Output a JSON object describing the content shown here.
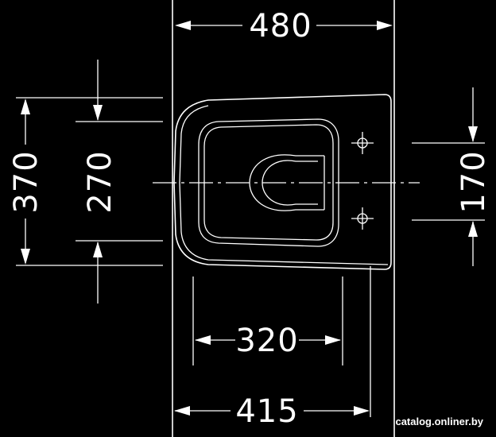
{
  "dimensions": {
    "top_width": "480",
    "left_outer": "370",
    "left_inner": "270",
    "right": "170",
    "bottom_inner": "320",
    "bottom_outer": "415"
  },
  "watermark": "catalog.onliner.by"
}
